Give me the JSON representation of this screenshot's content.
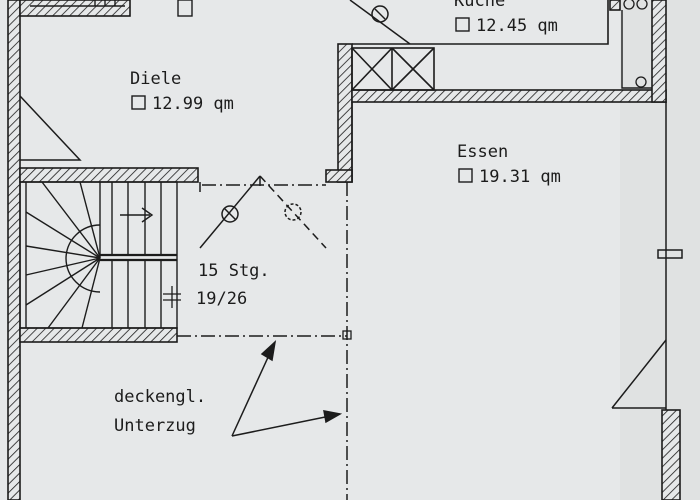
{
  "rooms": {
    "kitchen": {
      "name": "Küche",
      "area": "12.45 qm"
    },
    "hall": {
      "name": "Diele",
      "area": "12.99 qm"
    },
    "dining": {
      "name": "Essen",
      "area": "19.31 qm"
    }
  },
  "stairs": {
    "steps": "15 Stg.",
    "ratio": "19/26"
  },
  "note": {
    "line1": "deckengl.",
    "line2": "Unterzug"
  },
  "colors": {
    "paper": "#e6e8e9",
    "ink": "#1c1c1c"
  }
}
